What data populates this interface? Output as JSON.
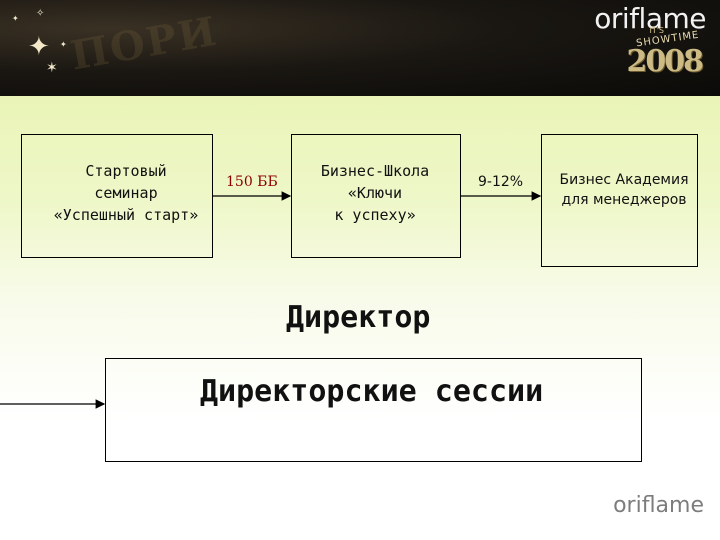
{
  "header": {
    "ghost_text": "ПОРИ",
    "brand": "oriflame",
    "its": "IT'S",
    "showtime": "SHOWTIME",
    "year": "2008"
  },
  "diagram": {
    "box1_lines": [
      "Стартовый",
      "семинар",
      "«Успешный старт»"
    ],
    "arrow1_label": "150 ББ",
    "box2_lines": [
      "Бизнес-Школа",
      "«Ключи",
      "к успеху»"
    ],
    "arrow2_label": "9-12%",
    "box3_lines": [
      "Бизнес Академия",
      "для менеджеров"
    ],
    "director_title": "Директор",
    "director_sessions": "Директорские сессии"
  },
  "footer": {
    "brand": "oriflame"
  }
}
